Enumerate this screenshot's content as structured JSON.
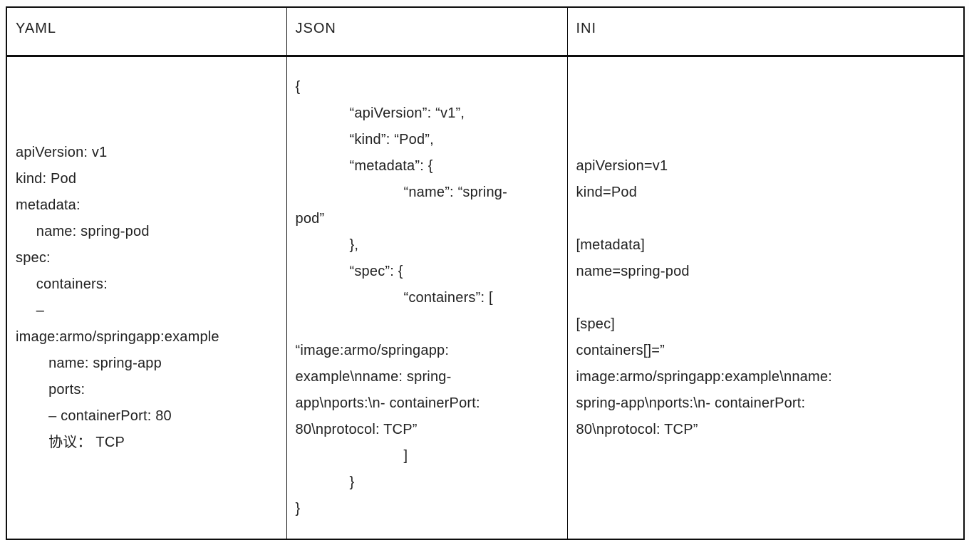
{
  "page": {
    "background": "#fdfdfd",
    "table_background": "#ffffff",
    "border_color": "#0d0d0d",
    "text_color": "#222222"
  },
  "table": {
    "headers": [
      {
        "label": "YAML"
      },
      {
        "label": "JSON"
      },
      {
        "label": "INI"
      }
    ],
    "cells": {
      "yaml": "apiVersion: v1\nkind: Pod\nmetadata:\n     name: spring-pod\nspec:\n     containers:\n     –\nimage:armo/springapp:example\n        name: spring-app\n        ports:\n        – containerPort: 80\n        协议： TCP",
      "json": "{\n\t“apiVersion”: “v1”,\n\t“kind”: “Pod”,\n\t“metadata”: {\n\t\t“name”: “spring-\npod”\n\t},\n\t“spec”: {\n\t\t“containers”: [\n\n“image:armo/springapp:\nexample\\nname: spring-\napp\\nports:\\n- containerPort:\n80\\nprotocol: TCP”\n\t\t]\n\t}\n}",
      "ini": "apiVersion=v1\nkind=Pod\n\n[metadata]\nname=spring-pod\n\n[spec]\ncontainers[]=”\nimage:armo/springapp:example\\nname:\nspring-app\\nports:\\n- containerPort:\n80\\nprotocol: TCP”"
    }
  }
}
